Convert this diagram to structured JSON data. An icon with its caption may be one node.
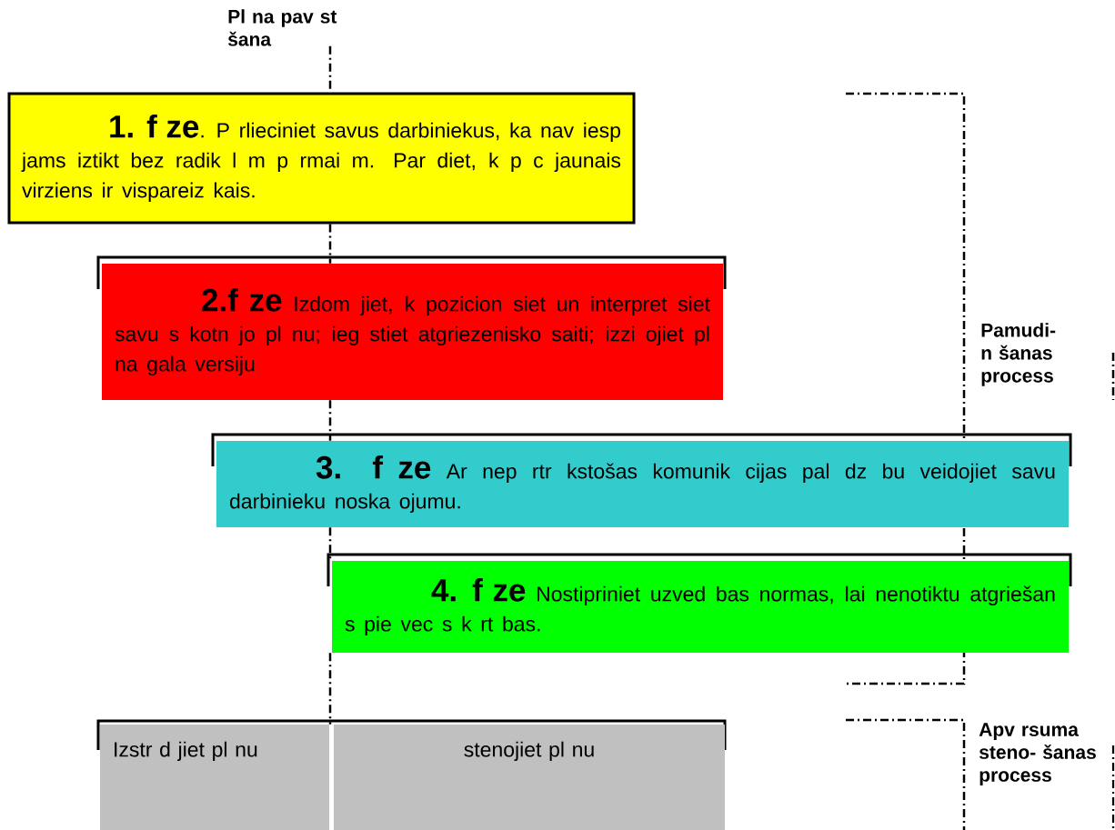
{
  "diagram": {
    "nodes": [
      {
        "text": [
          "Pl na pav st šana"
        ]
      },
      {
        "text": [
          "1. f ze",
          ". P rlieciniet savus darbiniekus, ka nav iesp jams iztikt bez radik l m p rmai m. Par diet, k p c jaunais virziens ir vispareiz kais."
        ]
      },
      {
        "text": [
          "2.f ze",
          "Izdom jiet, k pozicion siet un interpret siet savu s kotn jo pl nu; ieg stiet atgriezenisko saiti; izzi ojiet pl na gala versiju"
        ]
      },
      {
        "text": [
          "3. f ze",
          "Ar nep rtr kstošas komunik cijas pal dz bu veidojiet savu darbinieku noska ojumu."
        ]
      },
      {
        "text": [
          "4. f ze",
          "Nostipriniet uzved bas normas, lai nenotiktu atgriešan s pie vec s k rt bas."
        ]
      },
      {
        "text": [
          "Izstr d jiet pl nu"
        ]
      },
      {
        "text": [
          "stenojiet pl nu"
        ]
      }
    ],
    "edges": [
      {
        "from": 0,
        "to": 1,
        "arrow": "none",
        "style": "dashed"
      },
      {
        "from": 1,
        "to": 2,
        "arrow": "none",
        "style": "dashed"
      },
      {
        "from": 2,
        "to": 3,
        "arrow": "none",
        "style": "dashed"
      },
      {
        "from": 3,
        "to": 4,
        "arrow": "none",
        "style": "dashed"
      },
      {
        "from": 4,
        "to": 5,
        "arrow": "none",
        "style": "dashed"
      }
    ],
    "labels": [
      "Pamudi- n šanas process",
      "Apv rsuma steno- šanas process"
    ]
  }
}
